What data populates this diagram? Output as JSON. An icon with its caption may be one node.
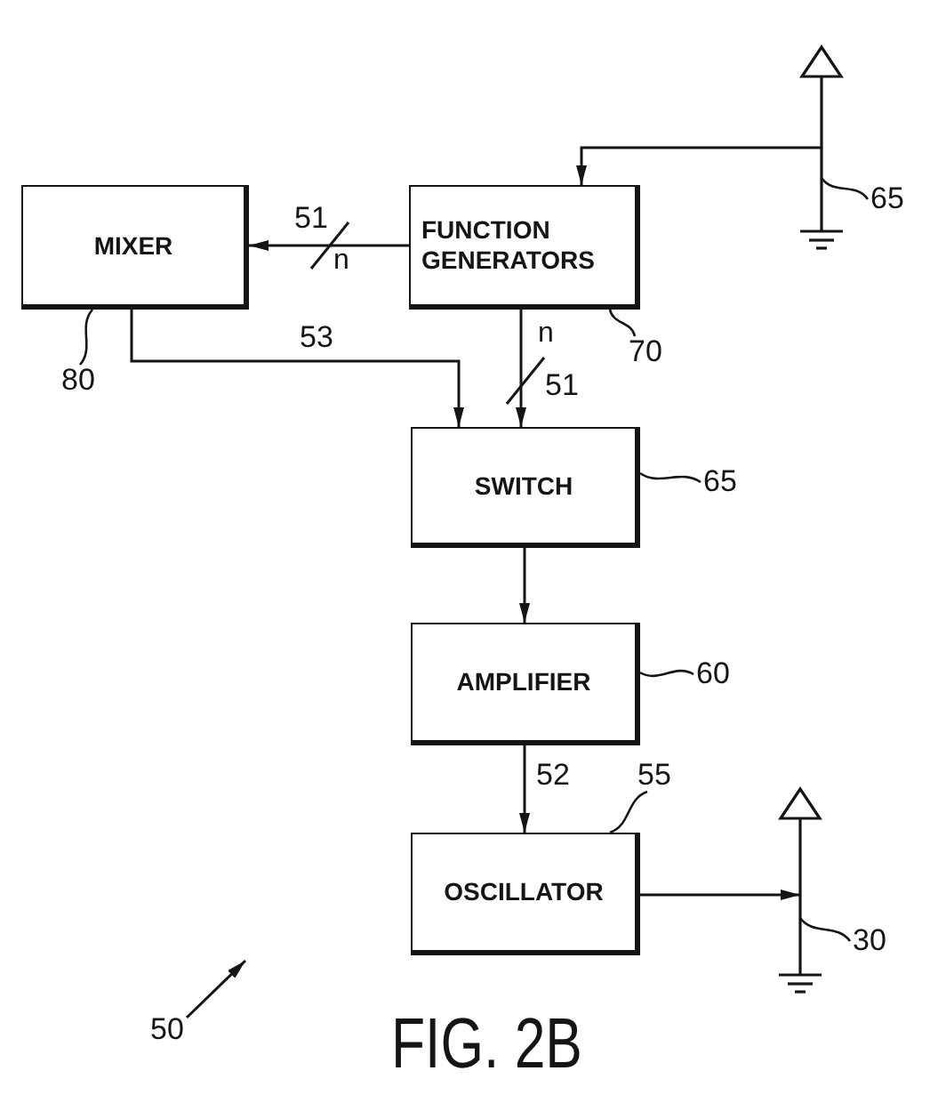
{
  "diagram": {
    "caption": "FIG. 2B",
    "nodes": [
      {
        "text": [],
        "shape": "antenna"
      },
      {
        "text": [
          "65"
        ]
      },
      {
        "text": [
          "MIXER"
        ]
      },
      {
        "text": [
          "FUNCTION GENERATORS"
        ]
      },
      {
        "text": [
          "80"
        ]
      },
      {
        "text": [
          "70"
        ]
      },
      {
        "text": [
          "SWITCH"
        ]
      },
      {
        "text": [
          "65"
        ]
      },
      {
        "text": [
          "AMPLIFIER"
        ]
      },
      {
        "text": [
          "60"
        ]
      },
      {
        "text": [
          "55"
        ]
      },
      {
        "text": [
          "OSCILLATOR"
        ]
      },
      {
        "text": [],
        "shape": "antenna"
      },
      {
        "text": [
          "30"
        ]
      },
      {
        "text": [
          "50"
        ]
      }
    ],
    "edges": [
      {
        "from": 0,
        "to": 3,
        "arrow": "to"
      },
      {
        "from": 1,
        "to": 0,
        "arrow": "none"
      },
      {
        "from": 3,
        "to": 2,
        "arrow": "to",
        "label": "51"
      },
      {
        "from": 4,
        "to": 2,
        "arrow": "none"
      },
      {
        "from": 5,
        "to": 3,
        "arrow": "none"
      },
      {
        "from": 2,
        "to": 6,
        "arrow": "to",
        "label": "53"
      },
      {
        "from": 3,
        "to": 6,
        "arrow": "to",
        "label": "51"
      },
      {
        "from": 7,
        "to": 6,
        "arrow": "none"
      },
      {
        "from": 6,
        "to": 8,
        "arrow": "to"
      },
      {
        "from": 9,
        "to": 8,
        "arrow": "none"
      },
      {
        "from": 8,
        "to": 11,
        "arrow": "to",
        "label": "52"
      },
      {
        "from": 10,
        "to": 11,
        "arrow": "none"
      },
      {
        "from": 11,
        "to": 12,
        "arrow": "to"
      },
      {
        "from": 13,
        "to": 12,
        "arrow": "none"
      },
      {
        "from": 14,
        "to": null,
        "arrow": "to"
      }
    ],
    "labels": [
      "n",
      "n"
    ]
  }
}
